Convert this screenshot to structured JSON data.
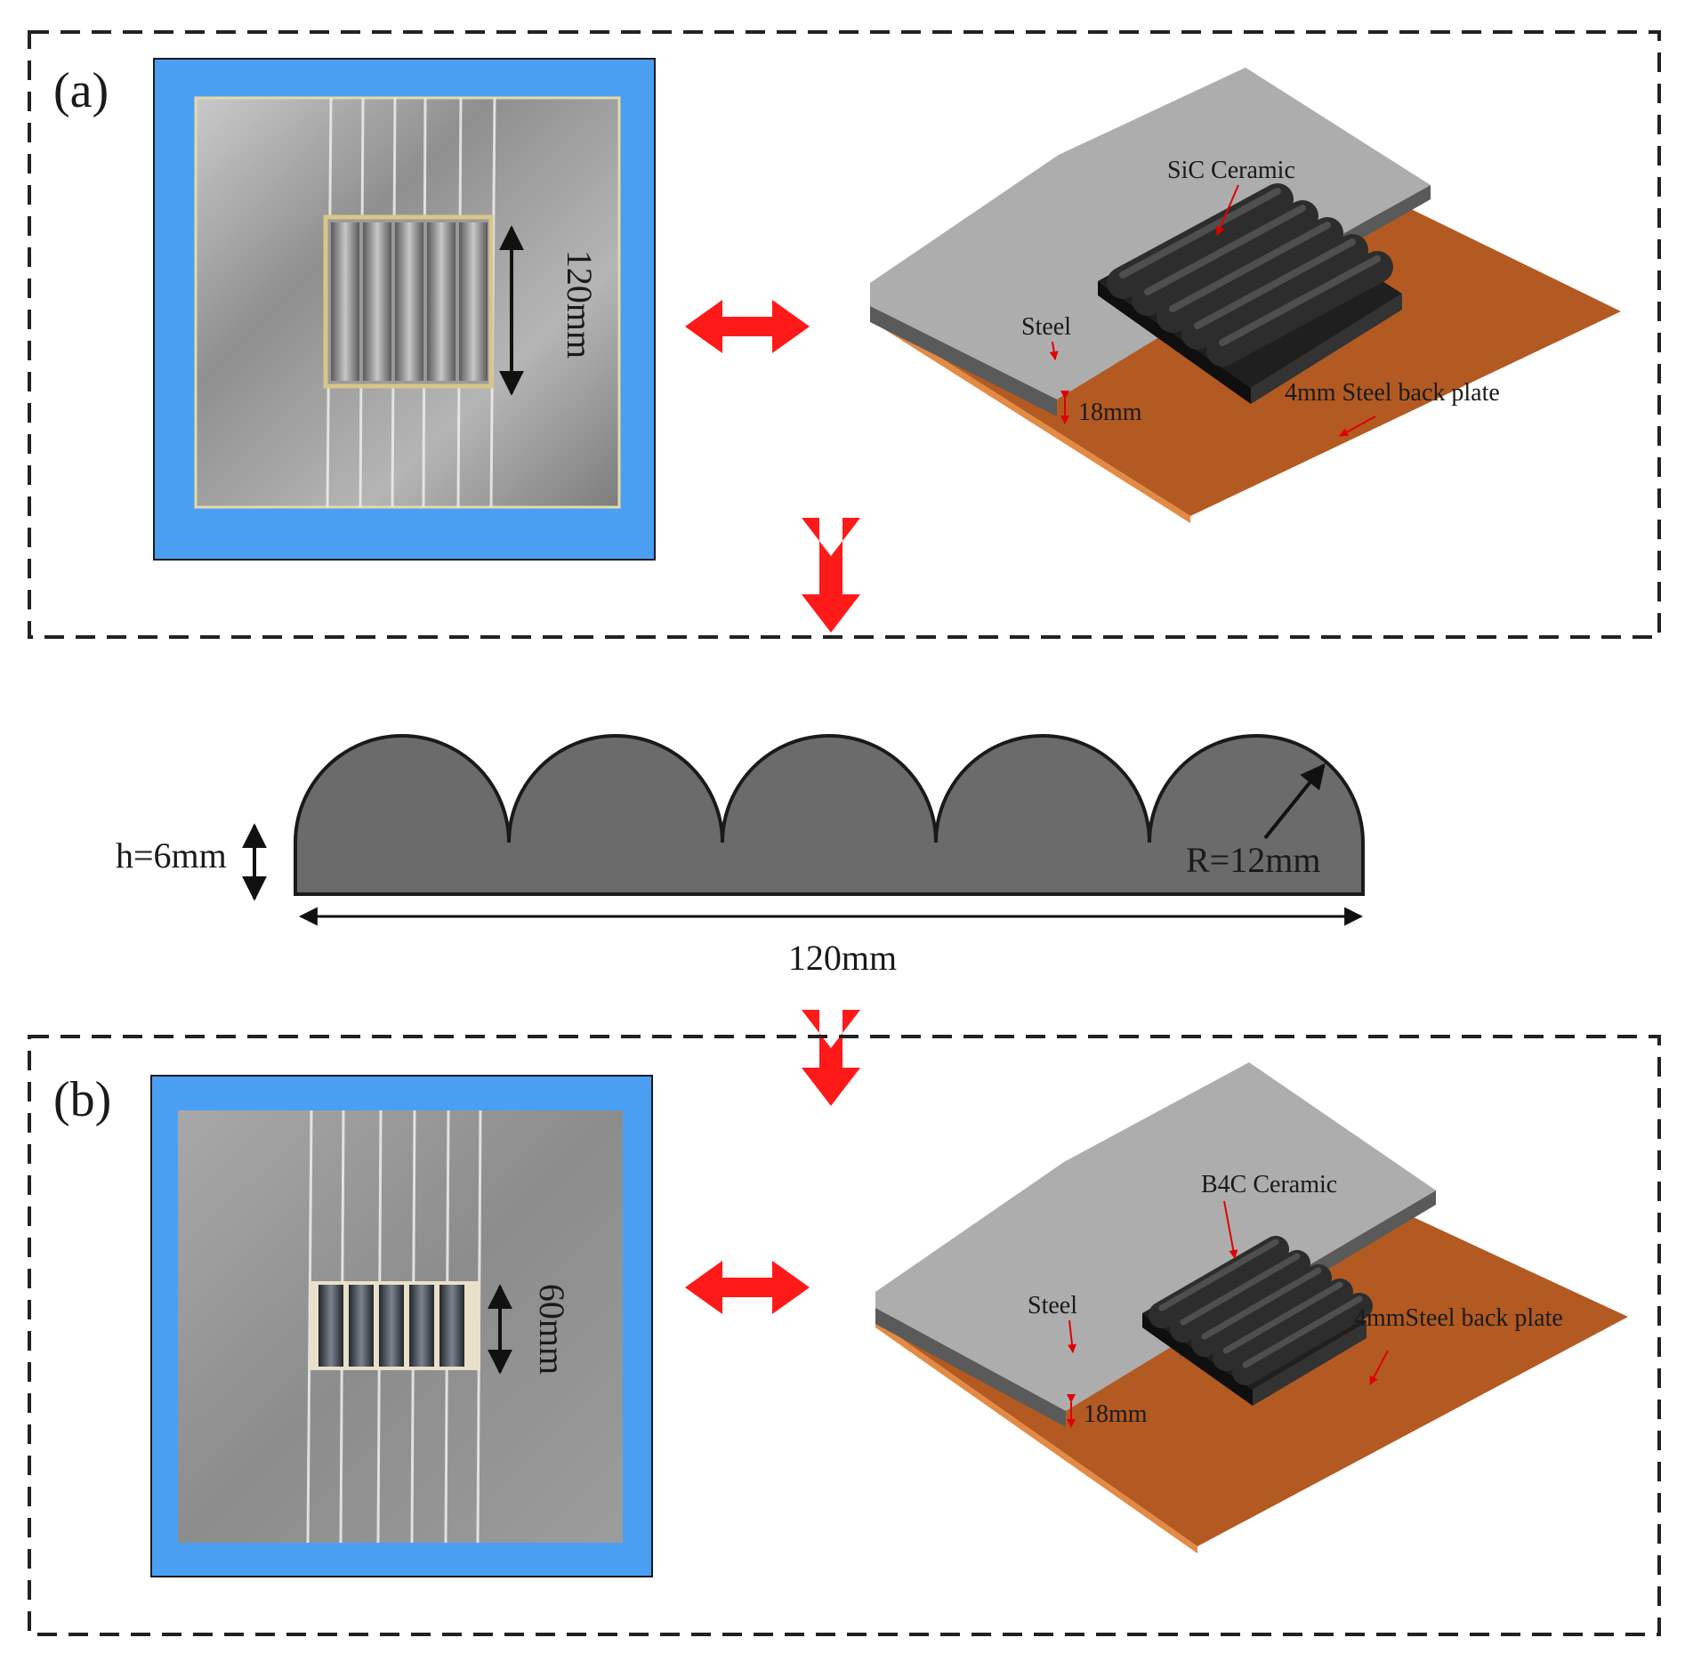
{
  "panel_a": {
    "label": "(a)",
    "photo_dimension": "120mm",
    "ceramic_label": "SiC Ceramic",
    "steel_label": "Steel",
    "thickness_label": "18mm",
    "back_plate_label": "4mm Steel back plate"
  },
  "profile": {
    "height_label": "h=6mm",
    "radius_label": "R=12mm",
    "width_label": "120mm"
  },
  "panel_b": {
    "label": "(b)",
    "photo_dimension": "60mm",
    "ceramic_label": "B4C Ceramic",
    "steel_label": "Steel",
    "thickness_label": "18mm",
    "back_plate_label": "4mmSteel back plate"
  },
  "colors": {
    "photo_background": "#4a9ff2",
    "steel_top": "#adadad",
    "steel_edge": "#555555",
    "back_plate": "#b35a22",
    "ceramic": "#2a2a2a",
    "profile_fill": "#6b6b6b",
    "connector_arrow": "#ff1a1a"
  }
}
